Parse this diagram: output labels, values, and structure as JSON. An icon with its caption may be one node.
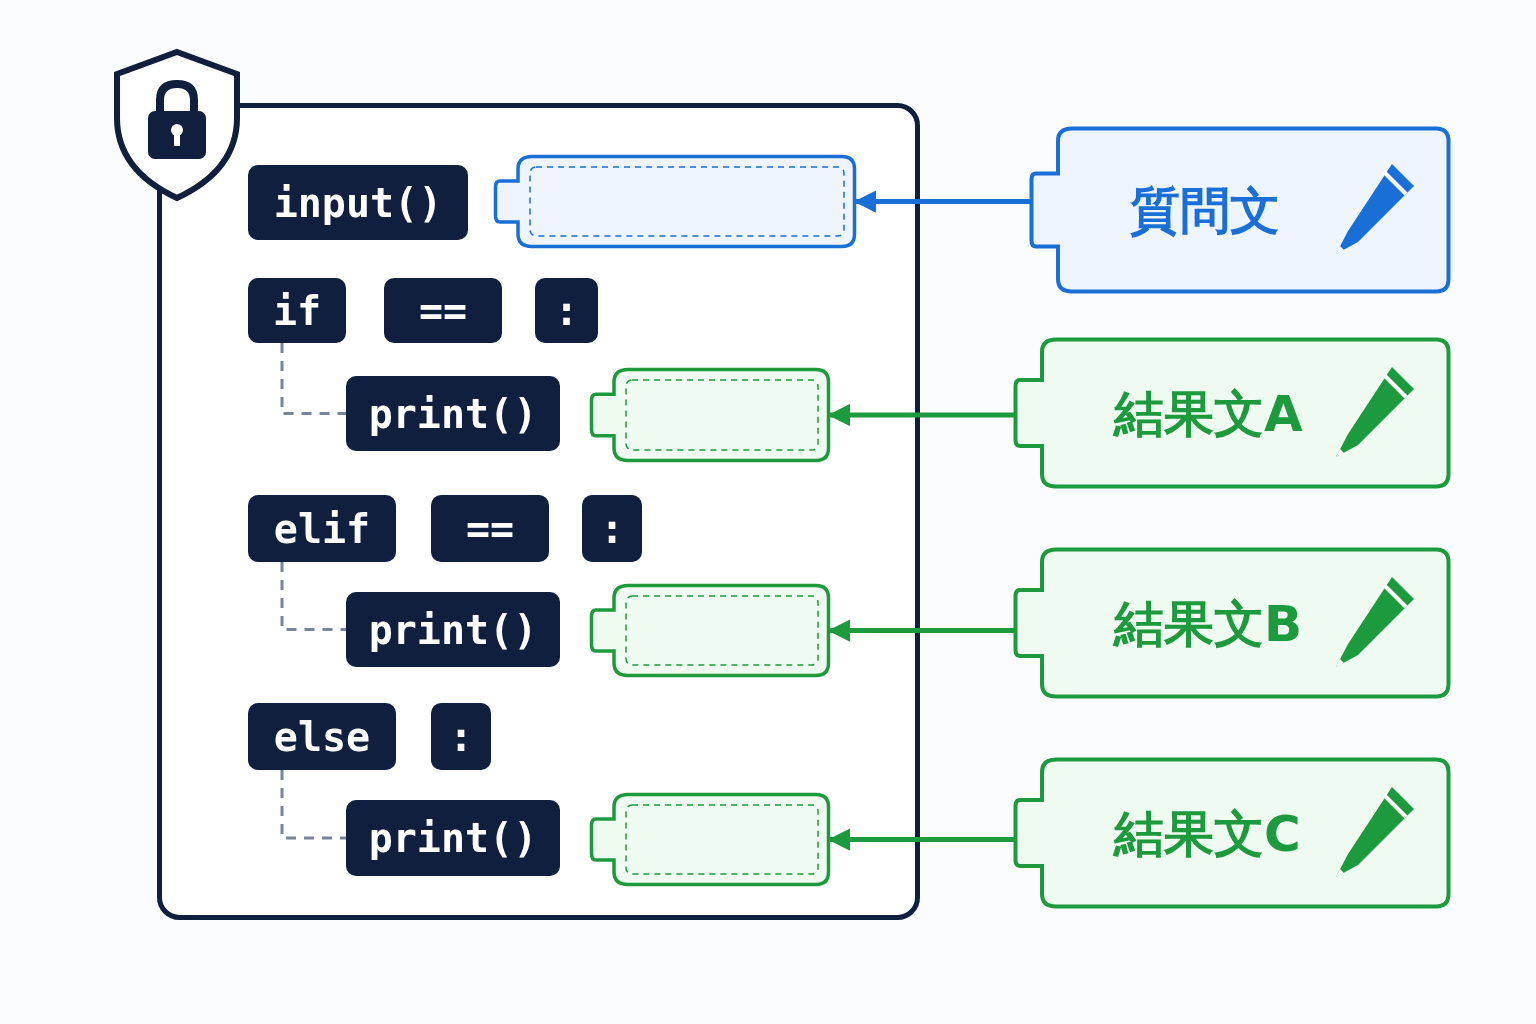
{
  "diagram": {
    "nodes": [
      {
        "text": [],
        "shape": "box"
      },
      {
        "text": [
          "input()"
        ],
        "in": 0
      },
      {
        "text": [],
        "shape": "box",
        "in": 0
      },
      {
        "text": [
          "if"
        ],
        "in": 0
      },
      {
        "text": [
          "=="
        ],
        "in": 0
      },
      {
        "text": [
          ":"
        ],
        "in": 0
      },
      {
        "text": [
          "print()"
        ],
        "in": 0
      },
      {
        "text": [],
        "shape": "box",
        "in": 0
      },
      {
        "text": [
          "elif"
        ],
        "in": 0
      },
      {
        "text": [
          "=="
        ],
        "in": 0
      },
      {
        "text": [
          ":"
        ],
        "in": 0
      },
      {
        "text": [
          "print()"
        ],
        "in": 0
      },
      {
        "text": [],
        "shape": "box",
        "in": 0
      },
      {
        "text": [
          "else"
        ],
        "in": 0
      },
      {
        "text": [
          ":"
        ],
        "in": 0
      },
      {
        "text": [
          "print()"
        ],
        "in": 0
      },
      {
        "text": [],
        "shape": "box",
        "in": 0
      },
      {
        "text": [
          "質問文"
        ]
      },
      {
        "text": [
          "結果文A"
        ]
      },
      {
        "text": [
          "結果文B"
        ]
      },
      {
        "text": [
          "結果文C"
        ]
      }
    ],
    "edges": [
      {
        "from": 17,
        "to": 2,
        "arrow": "to",
        "color": "#1a6fd6"
      },
      {
        "from": 3,
        "to": 6,
        "arrow": "none",
        "style": "dashed",
        "color": "#7a8599"
      },
      {
        "from": 18,
        "to": 7,
        "arrow": "to",
        "color": "#1e9a3e"
      },
      {
        "from": 8,
        "to": 11,
        "arrow": "none",
        "style": "dashed",
        "color": "#7a8599"
      },
      {
        "from": 19,
        "to": 12,
        "arrow": "to",
        "color": "#1e9a3e"
      },
      {
        "from": 13,
        "to": 15,
        "arrow": "none",
        "style": "dashed",
        "color": "#7a8599"
      },
      {
        "from": 20,
        "to": 16,
        "arrow": "to",
        "color": "#1e9a3e"
      }
    ]
  }
}
